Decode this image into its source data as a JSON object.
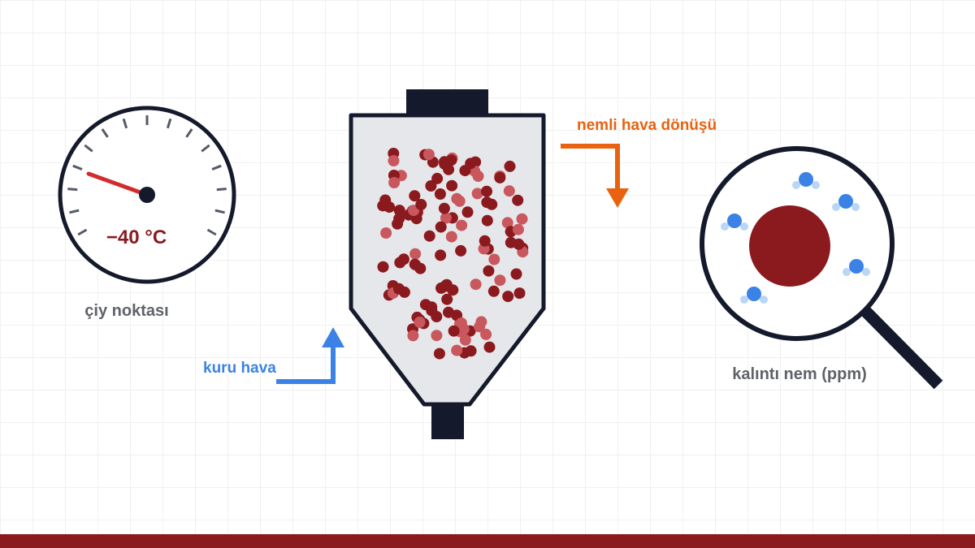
{
  "gauge": {
    "value_text": "−40 °C",
    "caption": "çiy noktası",
    "icon": "dew-point-gauge-icon"
  },
  "dry_air": {
    "label": "kuru hava",
    "icon": "arrow-up-icon"
  },
  "return_air": {
    "label": "nemli hava dönüşü",
    "icon": "arrow-down-icon"
  },
  "magnifier": {
    "caption": "kalıntı nem (ppm)",
    "icon": "magnifier-icon"
  },
  "hopper": {
    "icon": "dryer-hopper-icon"
  },
  "colors": {
    "background": "#ffffff",
    "grid": "#f0f0f0",
    "dark": "#141a2b",
    "hopper_fill": "#e6e7eb",
    "pellet_dark": "#8b1a1f",
    "pellet_light": "#c8585d",
    "needle": "#d32b2b",
    "gauge_value": "#8b1a1f",
    "caption_gray": "#5f6368",
    "dry_air_blue": "#3b82e6",
    "return_orange": "#e8620f",
    "water_blue": "#3b82e6",
    "water_light": "#b9d7f5",
    "footer": "#8b1a1f"
  }
}
